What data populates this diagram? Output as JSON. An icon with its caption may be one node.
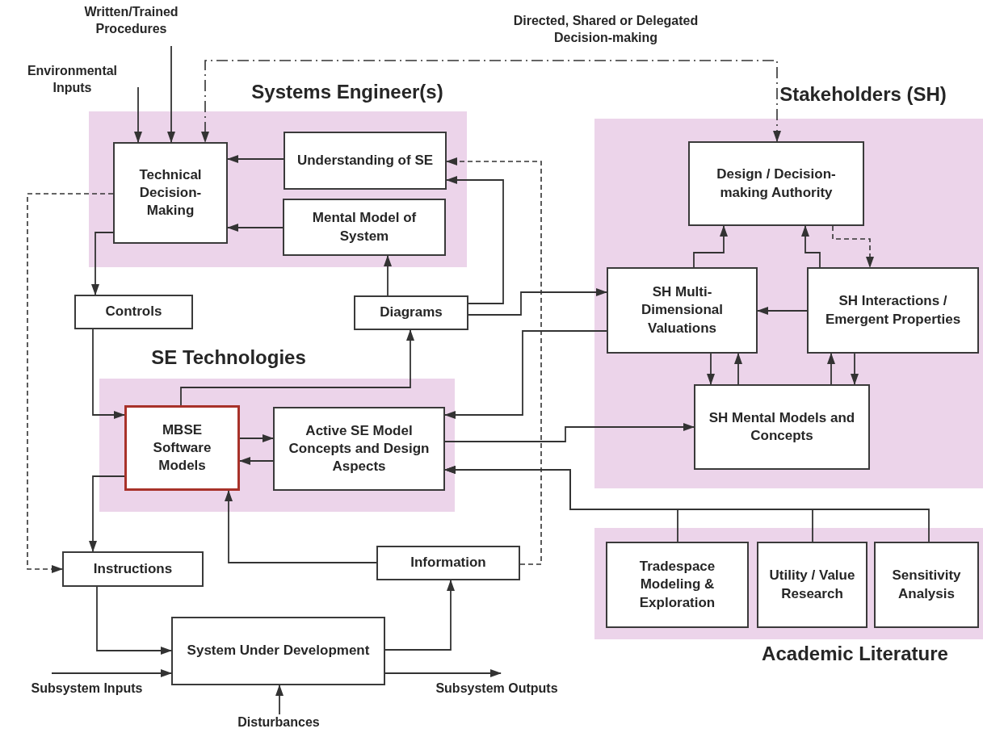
{
  "diagram": {
    "nodes": [
      {
        "text": [
          "Systems Engineer(s)"
        ]
      },
      {
        "text": [
          "Technical Decision-Making"
        ],
        "in": 0
      },
      {
        "text": [
          "Understanding of SE"
        ],
        "in": 0
      },
      {
        "text": [
          "Mental Model of System"
        ],
        "in": 0
      },
      {
        "text": [
          "Stakeholders (SH)"
        ]
      },
      {
        "text": [
          "Design / Decision-making Authority"
        ],
        "in": 4
      },
      {
        "text": [
          "SH Multi-Dimensional Valuations"
        ],
        "in": 4
      },
      {
        "text": [
          "SH Interactions / Emergent Properties"
        ],
        "in": 4
      },
      {
        "text": [
          "SH Mental Models and Concepts"
        ],
        "in": 4
      },
      {
        "text": [
          "Controls"
        ]
      },
      {
        "text": [
          "Diagrams"
        ]
      },
      {
        "text": [
          "SE Technologies"
        ]
      },
      {
        "text": [
          "MBSE Software Models"
        ],
        "in": 11
      },
      {
        "text": [
          "Active SE Model Concepts and Design Aspects"
        ],
        "in": 11
      },
      {
        "text": [
          "Instructions"
        ]
      },
      {
        "text": [
          "Information"
        ]
      },
      {
        "text": [
          "System Under Development"
        ]
      },
      {
        "text": [
          "Academic Literature"
        ]
      },
      {
        "text": [
          "Tradespace Modeling & Exploration"
        ],
        "in": 17
      },
      {
        "text": [
          "Utility / Value Research"
        ],
        "in": 17
      },
      {
        "text": [
          "Sensitivity Analysis"
        ],
        "in": 17
      },
      {
        "text": [
          "Environmental Inputs"
        ]
      },
      {
        "text": [
          "Written/Trained Procedures"
        ]
      },
      {
        "text": [
          "Subsystem Inputs"
        ]
      },
      {
        "text": [
          "Subsystem Outputs"
        ]
      },
      {
        "text": [
          "Disturbances"
        ]
      }
    ],
    "edges": [
      {
        "from": 21,
        "to": 1,
        "arrow": "to"
      },
      {
        "from": 22,
        "to": 1,
        "arrow": "to"
      },
      {
        "from": 5,
        "to": 1,
        "arrow": "both",
        "label": "Directed, Shared or Delegated Decision-making",
        "style": "dashed"
      },
      {
        "from": 2,
        "to": 1,
        "arrow": "to"
      },
      {
        "from": 3,
        "to": 1,
        "arrow": "to"
      },
      {
        "from": 10,
        "to": 3,
        "arrow": "to"
      },
      {
        "from": 10,
        "to": 2,
        "arrow": "to"
      },
      {
        "from": 15,
        "to": 2,
        "arrow": "to",
        "style": "dashed"
      },
      {
        "from": 1,
        "to": 14,
        "arrow": "to",
        "style": "dashed"
      },
      {
        "from": 1,
        "to": 9,
        "arrow": "to"
      },
      {
        "from": 9,
        "to": 12,
        "arrow": "to"
      },
      {
        "from": 12,
        "to": 10,
        "arrow": "to"
      },
      {
        "from": 12,
        "to": 13,
        "arrow": "to"
      },
      {
        "from": 13,
        "to": 12,
        "arrow": "to"
      },
      {
        "from": 12,
        "to": 14,
        "arrow": "to"
      },
      {
        "from": 15,
        "to": 12,
        "arrow": "to"
      },
      {
        "from": 14,
        "to": 16,
        "arrow": "to"
      },
      {
        "from": 23,
        "to": 16,
        "arrow": "to"
      },
      {
        "from": 16,
        "to": 24,
        "arrow": "to"
      },
      {
        "from": 25,
        "to": 16,
        "arrow": "to"
      },
      {
        "from": 16,
        "to": 15,
        "arrow": "to"
      },
      {
        "from": 10,
        "to": 6,
        "arrow": "to"
      },
      {
        "from": 6,
        "to": 13,
        "arrow": "to"
      },
      {
        "from": 13,
        "to": 8,
        "arrow": "to"
      },
      {
        "from": 18,
        "to": 13,
        "arrow": "to"
      },
      {
        "from": 19,
        "to": 13,
        "arrow": "to"
      },
      {
        "from": 20,
        "to": 13,
        "arrow": "to"
      },
      {
        "from": 6,
        "to": 5,
        "arrow": "to"
      },
      {
        "from": 7,
        "to": 5,
        "arrow": "to"
      },
      {
        "from": 5,
        "to": 7,
        "arrow": "to",
        "style": "dashed"
      },
      {
        "from": 7,
        "to": 6,
        "arrow": "to"
      },
      {
        "from": 6,
        "to": 8,
        "arrow": "to"
      },
      {
        "from": 8,
        "to": 6,
        "arrow": "to"
      },
      {
        "from": 8,
        "to": 7,
        "arrow": "to"
      },
      {
        "from": 7,
        "to": 8,
        "arrow": "to"
      }
    ]
  }
}
